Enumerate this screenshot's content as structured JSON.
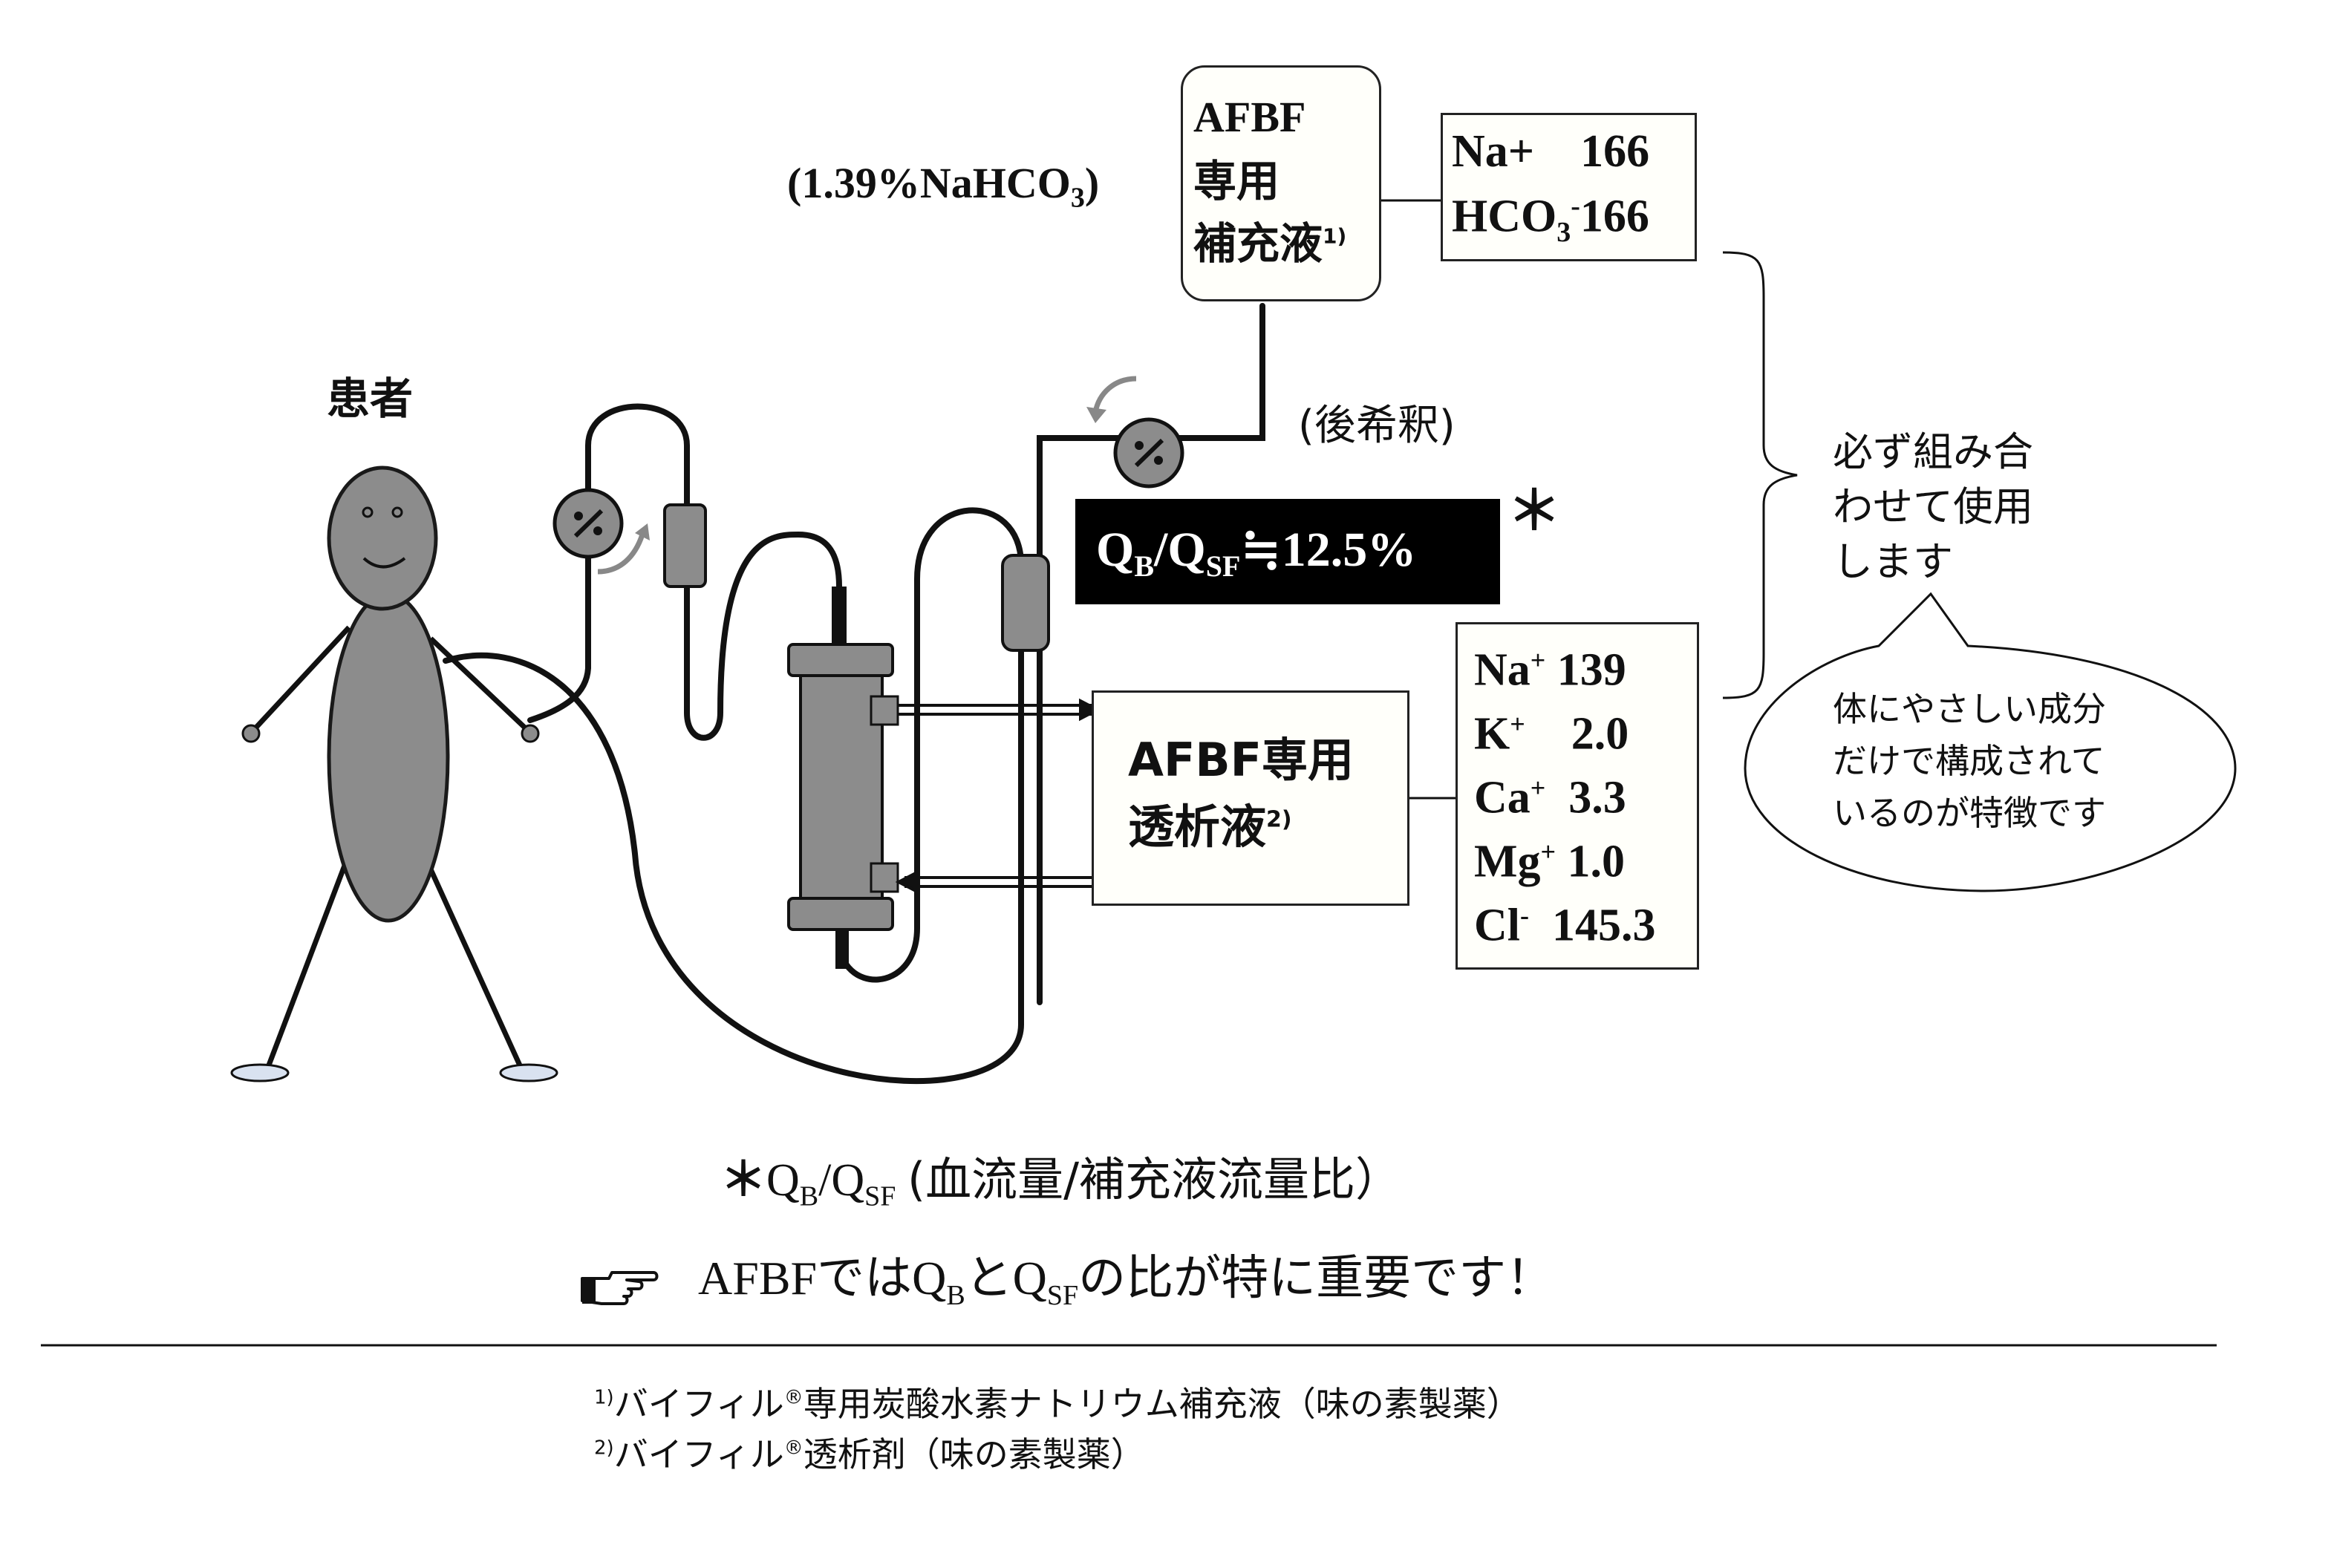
{
  "patient_label": "患者",
  "replacement": {
    "concentration_label": "(1.39%NaHCO",
    "concentration_sub": "3",
    "concentration_close": ")",
    "title_line1": "AFBF",
    "title_line2": "専用",
    "title_line3": "補充液",
    "footnote_mark": "1)",
    "composition": {
      "line1": "Na+　166",
      "line2_main": "HCO",
      "line2_sub": "3",
      "line2_sup": "-",
      "line2_value": "166"
    }
  },
  "post_dilution_label": "(後希釈)",
  "ratio_box": {
    "q1": "Q",
    "q1_sub": "B",
    "slash": "/Q",
    "q2_sub": "SF",
    "value": "≒12.5%"
  },
  "asterisk": "＊",
  "dialysate": {
    "title_line1": "AFBF専用",
    "title_line2": "透析液",
    "footnote_mark": "2)",
    "composition": [
      {
        "ion": "Na",
        "charge": "+",
        "value": "139"
      },
      {
        "ion": "K",
        "charge": "+",
        "value": "2.0"
      },
      {
        "ion": "Ca",
        "charge": "+",
        "value": "3.3"
      },
      {
        "ion": "Mg",
        "charge": "+",
        "value": "1.0"
      },
      {
        "ion": "Cl",
        "charge": "-",
        "value": "145.3"
      }
    ]
  },
  "combination_note": {
    "line1": "必ず組み合",
    "line2": "わせて使用",
    "line3": "します"
  },
  "speech_bubble": {
    "line1": "体にやさしい成分",
    "line2": "だけで構成されて",
    "line3": "いるのが特徴です"
  },
  "definition": {
    "star": "＊",
    "q": "Q",
    "q_sub": "B",
    "slash": "/Q",
    "q2_sub": "SF",
    "explanation": "(血流量/補充液流量比）"
  },
  "emphasis": {
    "icon": "pointing-hand-icon",
    "text_a": "AFBFではQ",
    "sub_b": "B",
    "text_b": "とQ",
    "sub_sf": "SF",
    "text_c": "の比が特に重要です！"
  },
  "footnotes": [
    {
      "mark": "1)",
      "text_a": "バイフィル",
      "reg": "®",
      "text_b": "専用炭酸水素ナトリウム補充液（味の素製薬）"
    },
    {
      "mark": "2)",
      "text_a": "バイフィル",
      "reg": "®",
      "text_b": "透析剤（味の素製薬）"
    }
  ],
  "colors": {
    "figure_gray": "#8c8c8c",
    "outline": "#1a1a1a",
    "ratio_bg": "#000000",
    "box_bg": "#fffffa"
  }
}
